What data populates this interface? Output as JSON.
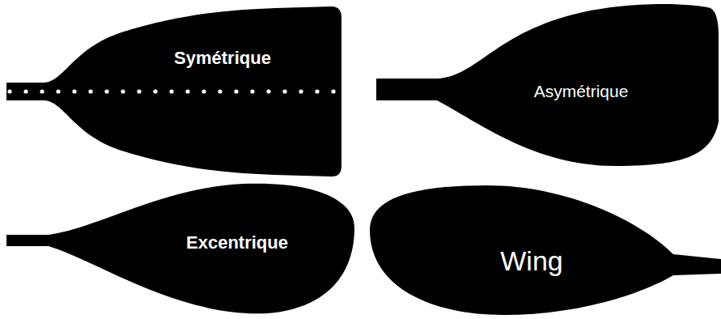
{
  "diagram": {
    "nodes": [
      {
        "text": [
          "Symétrique"
        ]
      },
      {
        "text": [
          "Asymétrique"
        ]
      },
      {
        "text": [
          "Excentrique"
        ]
      },
      {
        "text": [
          "Wing"
        ]
      }
    ]
  }
}
